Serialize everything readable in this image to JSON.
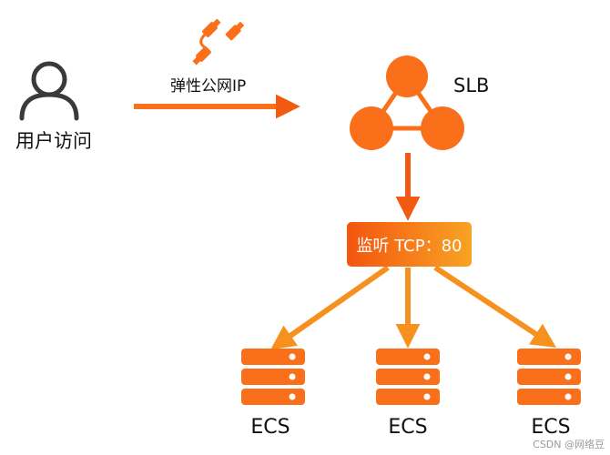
{
  "user": {
    "label": "用户访问"
  },
  "eip": {
    "label": "弹性公网IP"
  },
  "slb": {
    "label": "SLB"
  },
  "listener": {
    "label": "监听 TCP：80"
  },
  "ecs_nodes": [
    {
      "label": "ECS"
    },
    {
      "label": "ECS"
    },
    {
      "label": "ECS"
    }
  ],
  "watermark": "CSDN @网络豆",
  "colors": {
    "primary": "#fa6f19",
    "arrow_light": "#f7a023",
    "user_icon": "#3a3a3a",
    "listener_start": "#f4550f",
    "listener_end": "#f8a324"
  },
  "icons": [
    "user-icon",
    "link-icon",
    "slb-icon",
    "server-icon"
  ]
}
